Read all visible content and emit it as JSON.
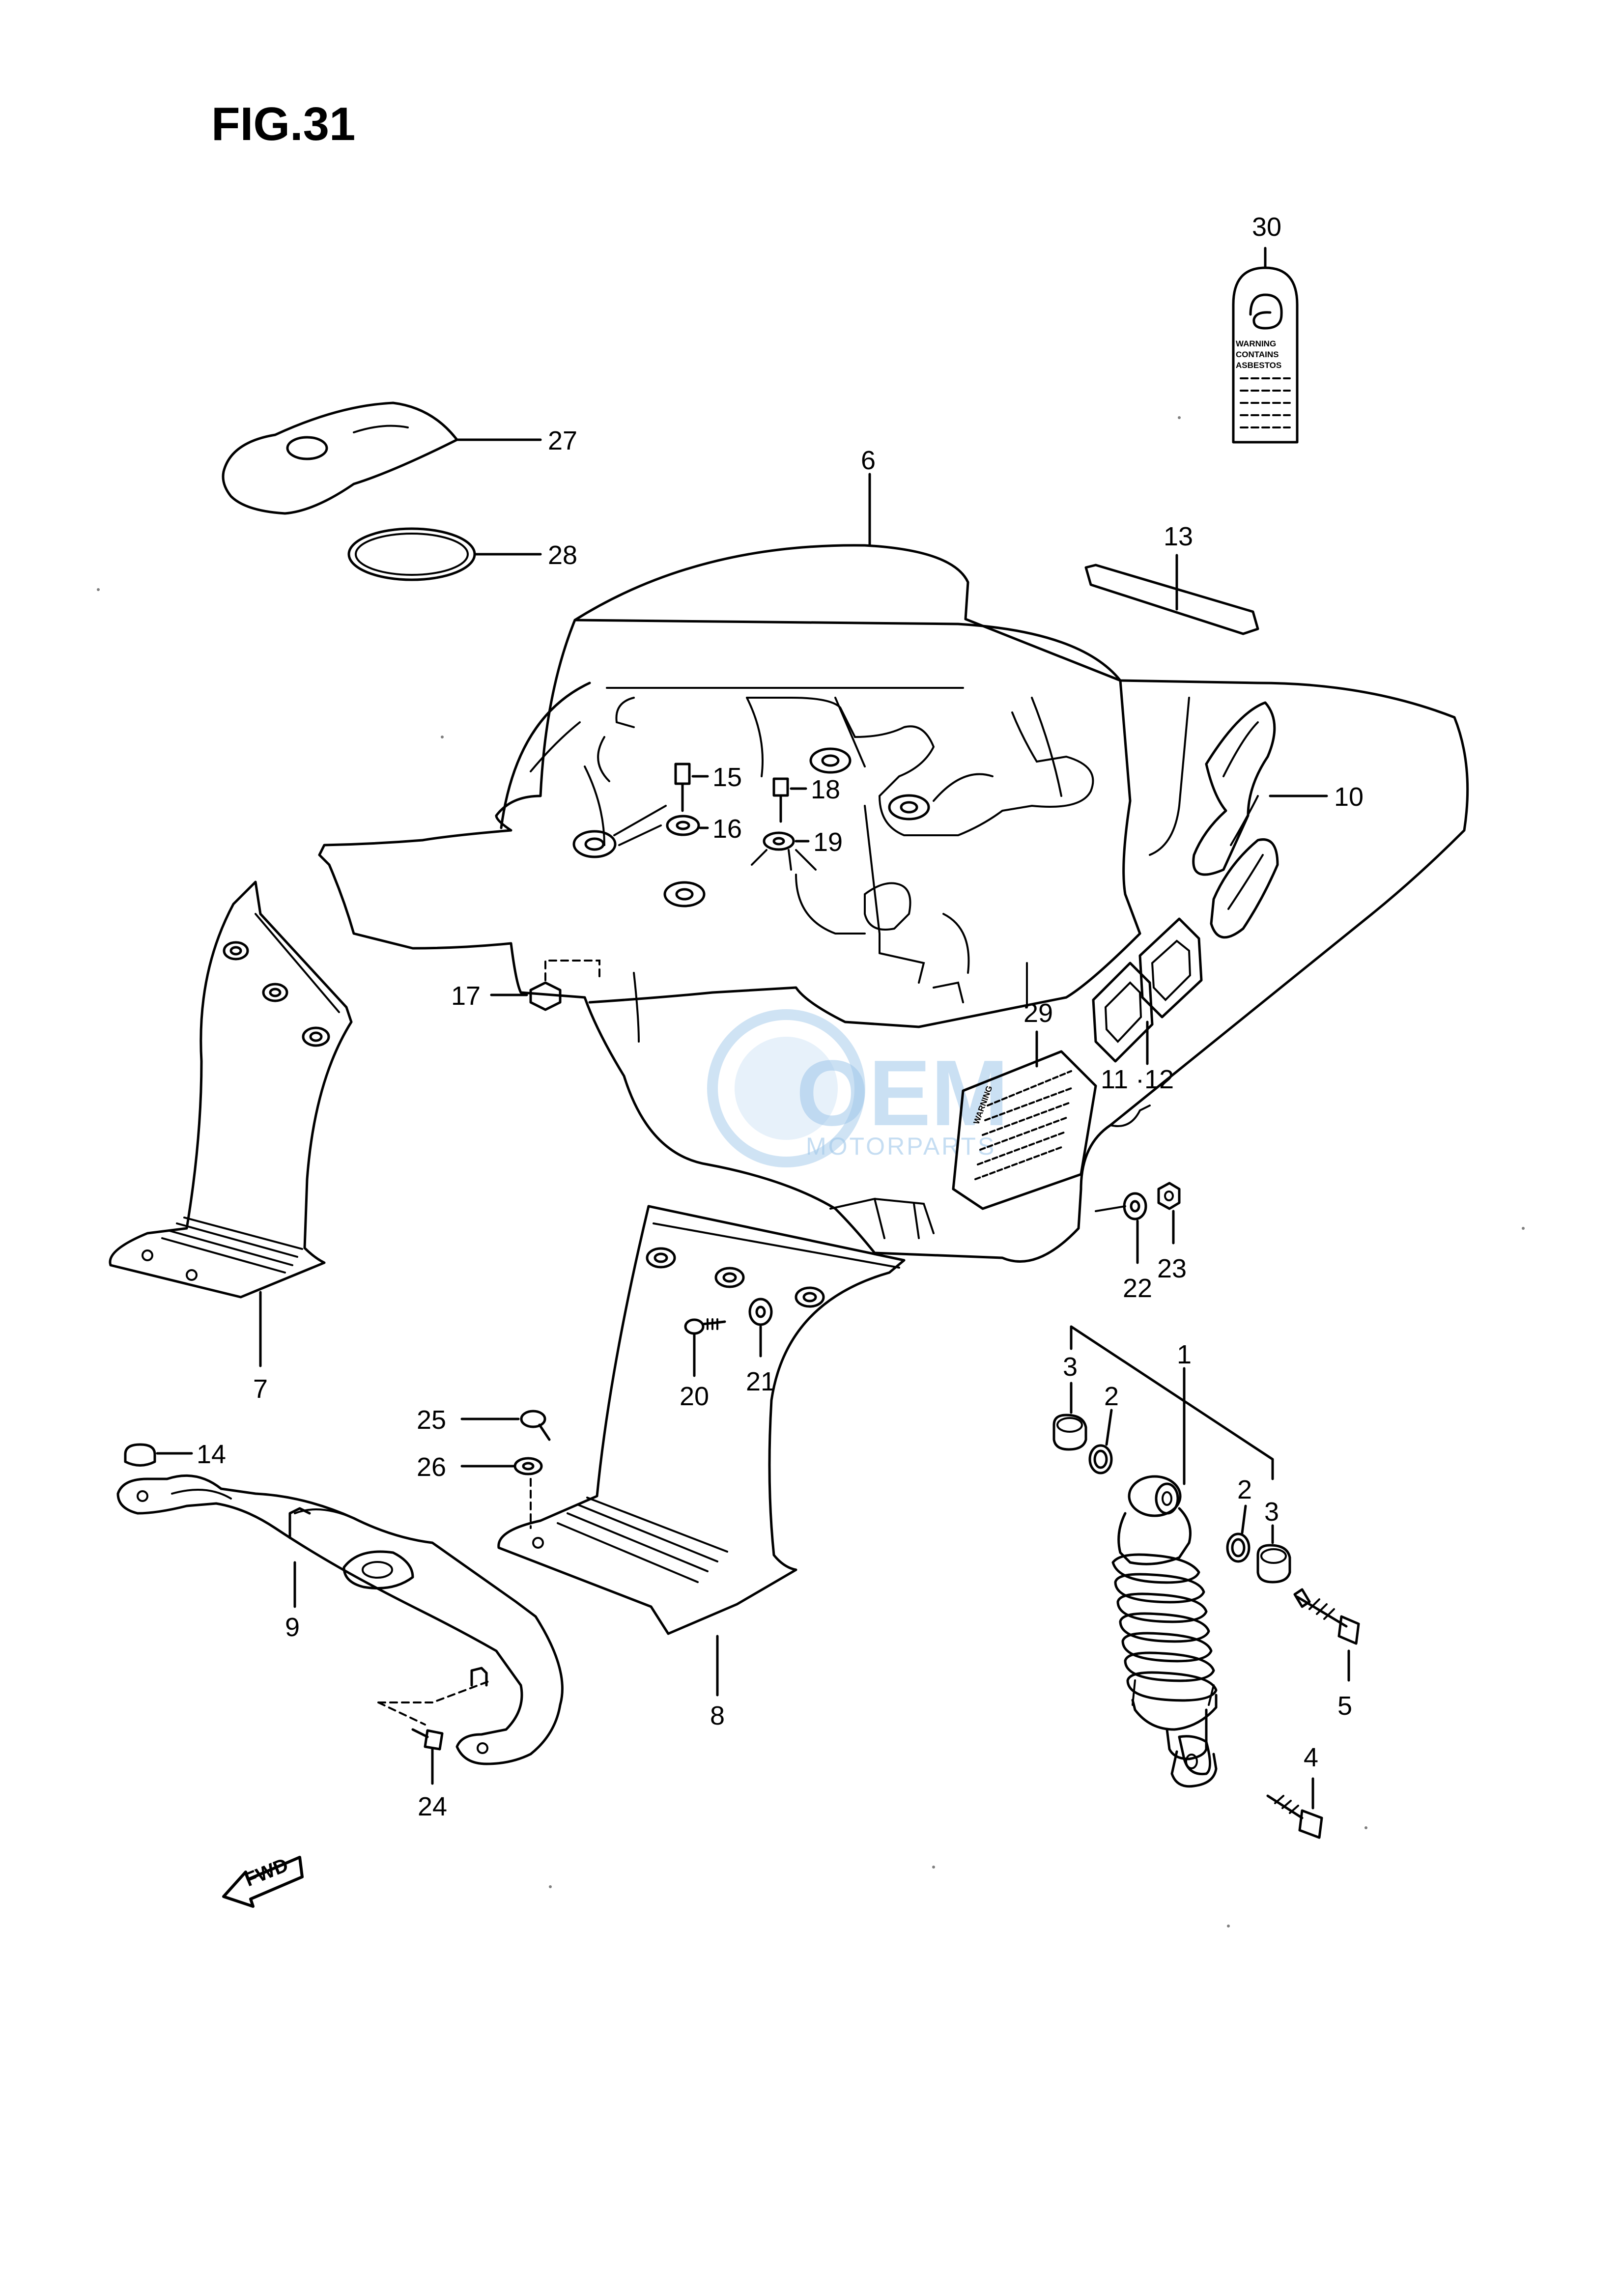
{
  "figure": {
    "title": "FIG.31"
  },
  "labels": {
    "p1": "1",
    "p2a": "2",
    "p2b": "2",
    "p3a": "3",
    "p3b": "3",
    "p4": "4",
    "p5": "5",
    "p6": "6",
    "p7": "7",
    "p8": "8",
    "p9": "9",
    "p10": "10",
    "p11_12": "11 ·12",
    "p13": "13",
    "p14": "14",
    "p15": "15",
    "p16": "16",
    "p17": "17",
    "p18": "18",
    "p19": "19",
    "p20": "20",
    "p21": "21",
    "p22": "22",
    "p23": "23",
    "p24": "24",
    "p25": "25",
    "p26": "26",
    "p27": "27",
    "p28": "28",
    "p29": "29",
    "p30": "30"
  },
  "warning_label": {
    "letter": "a",
    "line1": "WARNING",
    "line2": "CONTAINS",
    "line3": "ASBESTOS"
  },
  "decal_29": {
    "text": "WARNING"
  },
  "direction": {
    "text": "FWD"
  },
  "watermark": {
    "main": "OEM",
    "sub": "MOTORPARTS"
  },
  "colors": {
    "ink": "#000000",
    "paper": "#ffffff",
    "watermark": "#9fc7ea"
  }
}
